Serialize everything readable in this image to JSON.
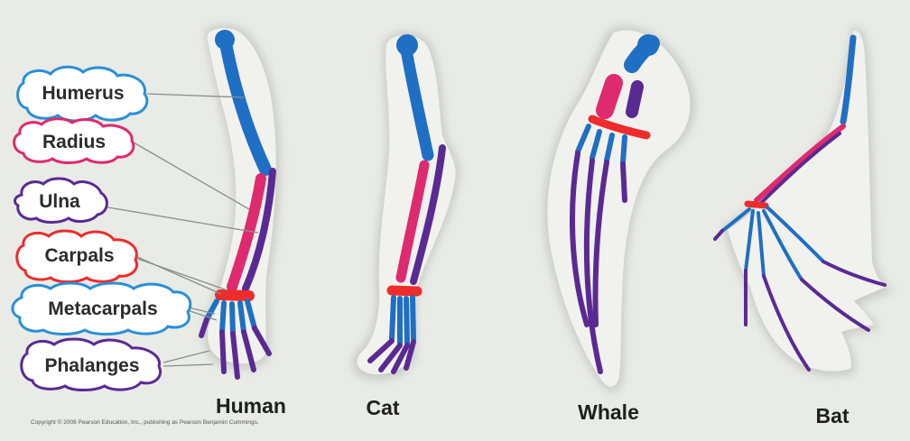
{
  "labels": {
    "humerus": "Humerus",
    "radius": "Radius",
    "ulna": "Ulna",
    "carpals": "Carpals",
    "metacarpals": "Metacarpals",
    "phalanges": "Phalanges"
  },
  "animals": {
    "human": "Human",
    "cat": "Cat",
    "whale": "Whale",
    "bat": "Bat"
  },
  "copyright": "Copyright © 2008 Pearson Education, Inc., publishing as Pearson Benjamin Cummings.",
  "colors": {
    "humerus": "#1f6fc4",
    "radius": "#de2a6e",
    "ulna": "#5a2a93",
    "carpals": "#ee2c2c",
    "metacarpals": "#1f6fc4",
    "phalanges": "#5a2a93",
    "limb_fill": "#f1f1ee",
    "background": "#e9ebe6"
  }
}
